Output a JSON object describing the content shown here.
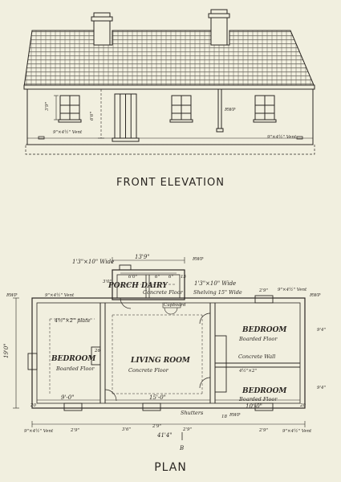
{
  "captions": {
    "front": "FRONT ELEVATION",
    "plan": "PLAN"
  },
  "elevation": {
    "rwp": "RWP",
    "vent_left": "9\"×4½\" Vent",
    "vent_right": "9\"×4½\" Vent",
    "dim_window": "3'9\"",
    "dim_wall": "6'6\""
  },
  "plan": {
    "rooms": {
      "porch": "PORCH",
      "dairy": "DAIRY",
      "dairy_floor": "Concrete Floor",
      "shelving": "Shelving 15\" Wide",
      "bedroom_left": "BEDROOM",
      "bedroom_left_floor": "Boarded Floor",
      "living": "LIVING ROOM",
      "living_floor": "Concrete Floor",
      "bedroom_tr": "BEDROOM",
      "bedroom_tr_floor": "Boarded Floor",
      "bedroom_br": "BEDROOM",
      "bedroom_br_floor": "Boarded Floor",
      "concrete_wall": "Concrete Wall",
      "cupboard": "Cupboard",
      "shutters": "Shutters",
      "plate": "4½\"×2\" plate"
    },
    "dims": {
      "overall_width": "41'4\"",
      "overall_depth": "19'0\"",
      "porch_width": "13'9\"",
      "porch_opening": "1'3\"×10\" Wide",
      "dairy_shelf": "1'3\"×10\" Wide",
      "d_6_0": "6'0\"",
      "d_6a": "6\"",
      "d_6b": "6\"",
      "d_15": "15",
      "d_3_0": "3'0\"",
      "d_9_0": "9'-0\"",
      "d_15_0": "15'-0\"",
      "d_10_0": "10'-0\"",
      "d_3_6": "3'6\"",
      "d_2_9a": "2'9\"",
      "d_2_9b": "2'9\"",
      "d_2_9c": "2'9\"",
      "d_2_9d": "2'9\"",
      "d_2_9e": "2'9\"",
      "d_18": "18",
      "d_26": "26",
      "d_20a": "20",
      "d_20b": "20",
      "d_9_4": "9'4\"",
      "d_9_4b": "9'4\"",
      "d_4_2": "4½\"×2\""
    },
    "labels": {
      "rwp_top": "RWP",
      "rwp_left": "RWP",
      "rwp_right": "RWP",
      "rwp_bottom": "RWP",
      "vent_tl": "9\"×4½\" Vent",
      "vent_tr": "9\"×4½\" Vent",
      "vent_bl": "9\"×4½\" Vent",
      "vent_br": "9\"×4½\" Vent",
      "section_mark": "B"
    }
  }
}
